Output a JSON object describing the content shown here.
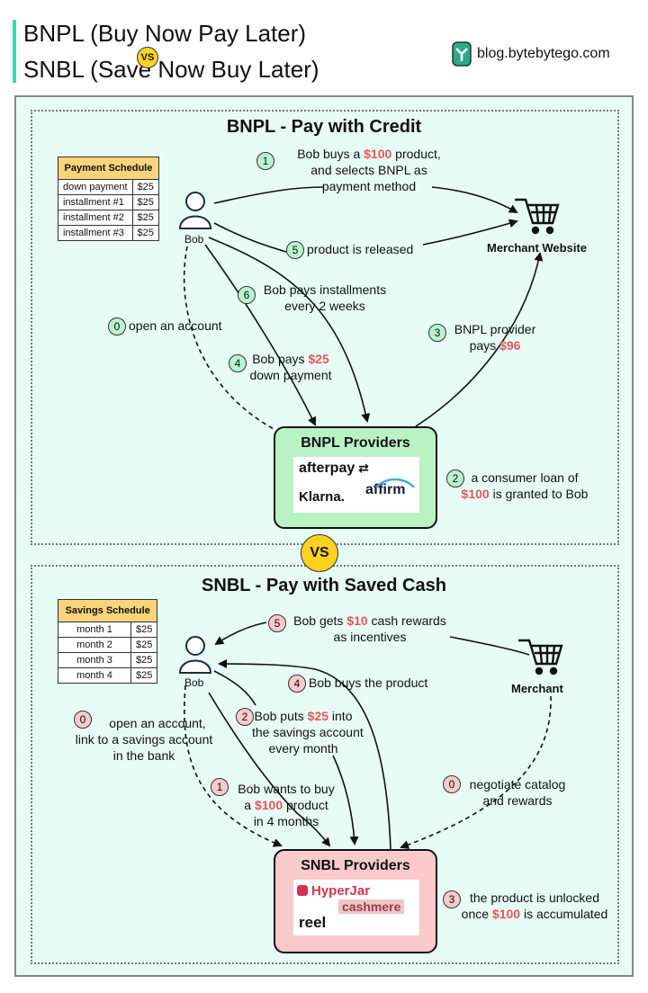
{
  "header": {
    "title_line1": "BNPL (Buy Now Pay Later)",
    "title_line2": "SNBL (Save Now Buy Later)",
    "vs_badge": "VS",
    "brand": "blog.bytebytego.com"
  },
  "middle_vs": "VS",
  "bnpl": {
    "title": "BNPL - Pay with Credit",
    "schedule": {
      "header": "Payment Schedule",
      "rows": [
        {
          "label": "down payment",
          "value": "$25"
        },
        {
          "label": "installment #1",
          "value": "$25"
        },
        {
          "label": "installment #2",
          "value": "$25"
        },
        {
          "label": "installment #3",
          "value": "$25"
        }
      ]
    },
    "bob": "Bob",
    "merchant": "Merchant Website",
    "provider_title": "BNPL Providers",
    "logos": [
      "afterpay",
      "Klarna.",
      "affirm"
    ],
    "steps": {
      "s1": {
        "num": "1",
        "a": "Bob buys a ",
        "amount": "$100",
        "b": " product,",
        "line2": "and selects BNPL as",
        "line3": "payment method"
      },
      "s5": {
        "num": "5",
        "text": "product is released"
      },
      "s6": {
        "num": "6",
        "line1": "Bob pays installments",
        "line2": "every 2 weeks"
      },
      "s0": {
        "num": "0",
        "text": "open an account"
      },
      "s4": {
        "num": "4",
        "a": "Bob pays ",
        "amount": "$25",
        "line2": "down payment"
      },
      "s3": {
        "num": "3",
        "line1": "BNPL provider",
        "a": "pays ",
        "amount": "$96"
      },
      "s2": {
        "num": "2",
        "line1": "a consumer loan of",
        "amount": "$100",
        "b": " is granted to Bob"
      }
    }
  },
  "snbl": {
    "title": "SNBL - Pay with Saved Cash",
    "schedule": {
      "header": "Savings Schedule",
      "rows": [
        {
          "label": "month 1",
          "value": "$25"
        },
        {
          "label": "month 2",
          "value": "$25"
        },
        {
          "label": "month 3",
          "value": "$25"
        },
        {
          "label": "month 4",
          "value": "$25"
        }
      ]
    },
    "bob": "Bob",
    "merchant": "Merchant",
    "provider_title": "SNBL Providers",
    "logos": [
      "HyperJar",
      "cashmere",
      "reel"
    ],
    "steps": {
      "s5": {
        "num": "5",
        "a": "Bob gets ",
        "amount": "$10",
        "b": " cash rewards",
        "line2": "as incentives"
      },
      "s4": {
        "num": "4",
        "text": "Bob buys the product"
      },
      "s0a": {
        "num": "0",
        "line1": "open an account,",
        "line2": "link to a savings account",
        "line3": "in the bank"
      },
      "s2": {
        "num": "2",
        "a": "Bob puts ",
        "amount": "$25",
        "b": " into",
        "line2": "the savings account",
        "line3": "every month"
      },
      "s1": {
        "num": "1",
        "line1": "Bob wants to buy",
        "a": "a ",
        "amount": "$100",
        "b": " product",
        "line3": "in 4 months"
      },
      "s0b": {
        "num": "0",
        "line1": "negotiate catalog",
        "line2": "and rewards"
      },
      "s3": {
        "num": "3",
        "line1": "the product is unlocked",
        "a": "once ",
        "amount": "$100",
        "b": " is accumulated"
      }
    }
  },
  "colors": {
    "accent_bar": "#41d6b0",
    "background": "#e6fcf4",
    "bnpl_provider": "#b9f2c4",
    "snbl_provider": "#f9c9cc",
    "vs_badge": "#ffd21f",
    "amount_red": "#e8555b",
    "schedule_header": "#f9d47a"
  },
  "icons": [
    "person-icon",
    "shopping-cart-icon",
    "bytebytego-logo-icon"
  ]
}
